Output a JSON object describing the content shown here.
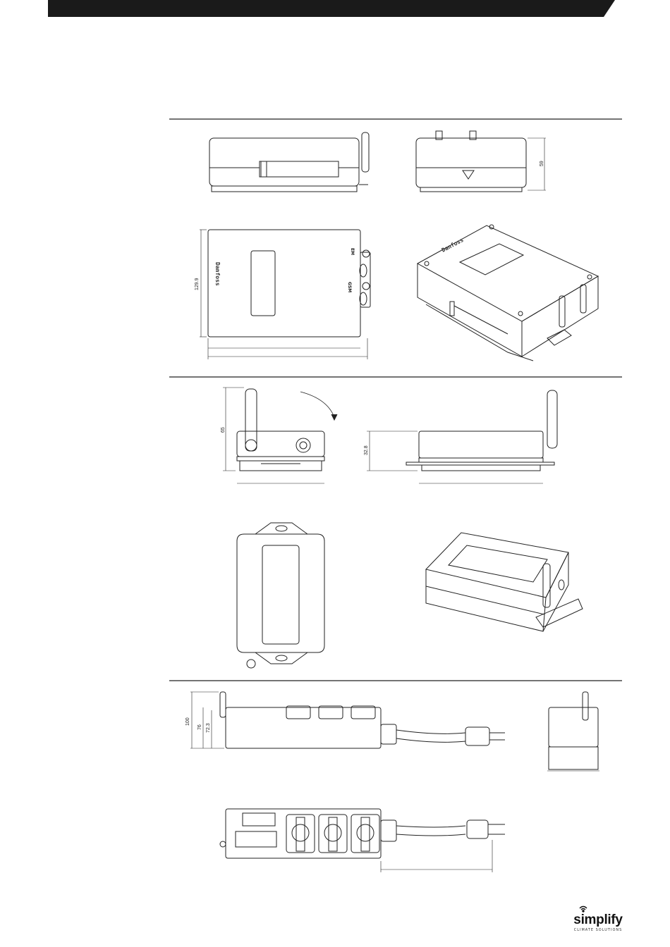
{
  "footer_logo": {
    "word": "simplify",
    "tagline": "CLIMATE SOLUTIONS"
  },
  "dimensions": {
    "top_unit_height": "59",
    "top_unit_depth": "129.9",
    "mid_unit_height": "65",
    "mid_unit_side_height": "32.8",
    "strip_total_height": "100",
    "strip_height_a": "76",
    "strip_height_b": "72.3"
  },
  "port_labels": {
    "em": "EM",
    "gsm": "GSM"
  },
  "device_brand_text": "Danfoss",
  "colors": {
    "header": "#1a1a1a",
    "line": "#222222"
  }
}
